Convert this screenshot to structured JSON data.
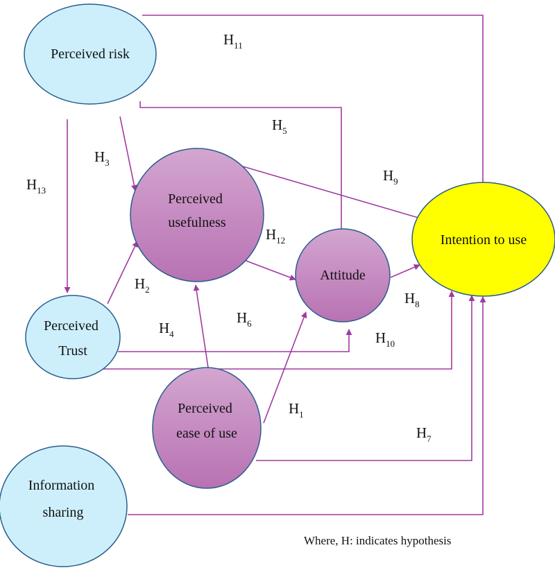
{
  "colors": {
    "edge": "#a03aa0",
    "light_node_fill": "#cdeffc",
    "purple_node_fill": "#c68cc2",
    "intention_fill": "#ffff00"
  },
  "nodes": {
    "perceived_risk": {
      "lines": [
        "Perceived risk"
      ]
    },
    "perceived_usefulness": {
      "lines": [
        "Perceived",
        "usefulness"
      ]
    },
    "attitude": {
      "lines": [
        "Attitude"
      ]
    },
    "intention_to_use": {
      "lines": [
        "Intention to use"
      ]
    },
    "perceived_trust": {
      "lines": [
        "Perceived",
        "Trust"
      ]
    },
    "perceived_ease_of_use": {
      "lines": [
        "Perceived",
        "ease of use"
      ]
    },
    "information_sharing": {
      "lines": [
        "Information",
        "sharing"
      ]
    }
  },
  "hypotheses": {
    "h1": {
      "letter": "H",
      "number": "1"
    },
    "h2": {
      "letter": "H",
      "number": "2"
    },
    "h3": {
      "letter": "H",
      "number": "3"
    },
    "h4": {
      "letter": "H",
      "number": "4"
    },
    "h5": {
      "letter": "H",
      "number": "5"
    },
    "h6": {
      "letter": "H",
      "number": "6"
    },
    "h7": {
      "letter": "H",
      "number": "7"
    },
    "h8": {
      "letter": "H",
      "number": "8"
    },
    "h9": {
      "letter": "H",
      "number": "9"
    },
    "h10": {
      "letter": "H",
      "number": "10"
    },
    "h11": {
      "letter": "H",
      "number": "11"
    },
    "h12": {
      "letter": "H",
      "number": "12"
    },
    "h13": {
      "letter": "H",
      "number": "13"
    }
  },
  "footnote": "Where, H: indicates hypothesis"
}
